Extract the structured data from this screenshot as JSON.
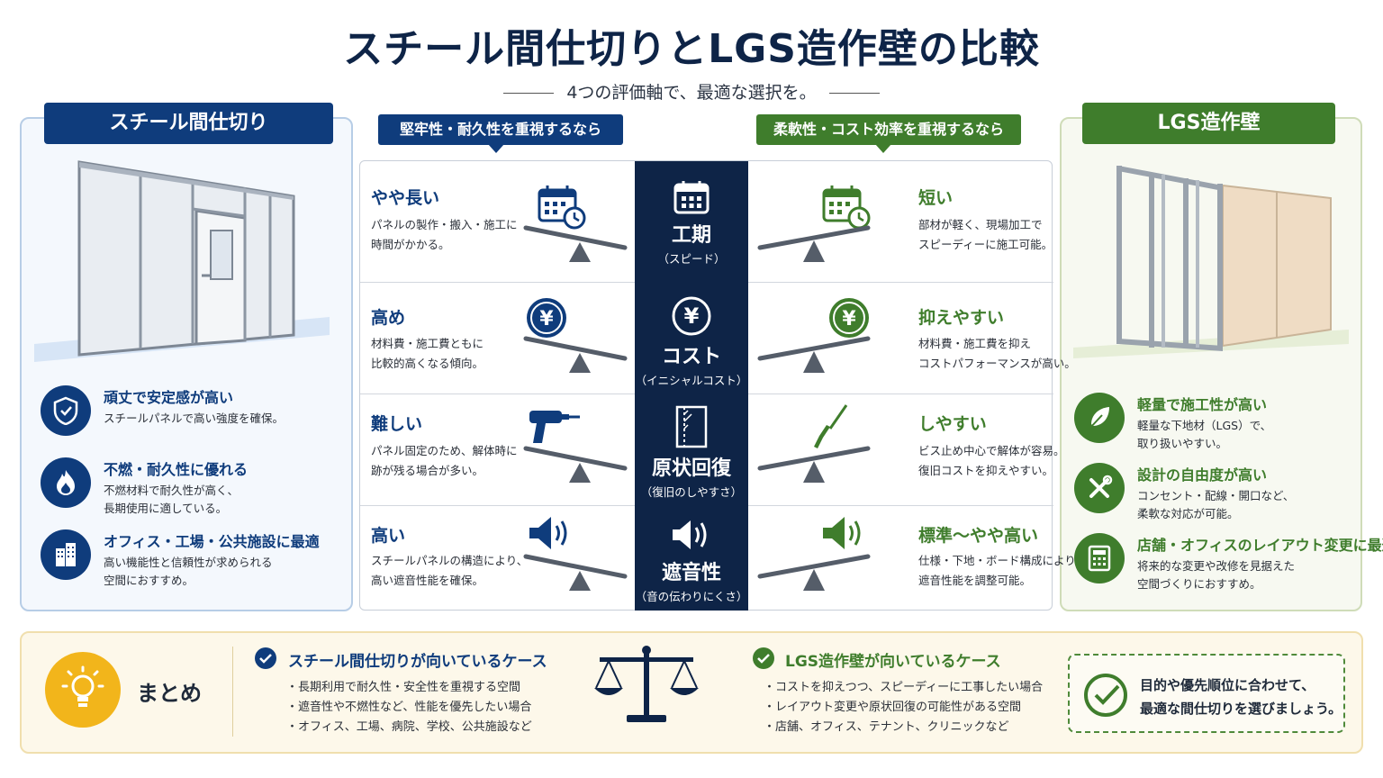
{
  "title": "スチール間仕切りとLGS造作壁の比較",
  "subtitle": "4つの評価軸で、最適な選択を。",
  "left_panel": {
    "heading": "スチール間仕切り",
    "features": [
      {
        "title": "頑丈で安定感が高い",
        "d1": "スチールパネルで高い強度を確保。",
        "d2": ""
      },
      {
        "title": "不燃・耐久性に優れる",
        "d1": "不燃材料で耐久性が高く、",
        "d2": "長期使用に適している。"
      },
      {
        "title": "オフィス・工場・公共施設に最適",
        "d1": "高い機能性と信頼性が求められる",
        "d2": "空間におすすめ。"
      }
    ]
  },
  "right_panel": {
    "heading": "LGS造作壁",
    "features": [
      {
        "title": "軽量で施工性が高い",
        "d1": "軽量な下地材（LGS）で、",
        "d2": "取り扱いやすい。"
      },
      {
        "title": "設計の自由度が高い",
        "d1": "コンセント・配線・開口など、",
        "d2": "柔軟な対応が可能。"
      },
      {
        "title": "店舗・オフィスのレイアウト変更に最適",
        "d1": "将来的な変更や改修を見据えた",
        "d2": "空間づくりにおすすめ。"
      }
    ]
  },
  "tags": {
    "left": "堅牢性・耐久性を重視するなら",
    "right": "柔軟性・コスト効率を重視するなら"
  },
  "rows": [
    {
      "name": "工期",
      "sub": "（スピード）",
      "left_title": "やや長い",
      "left_d1": "パネルの製作・搬入・施工に",
      "left_d2": "時間がかかる。",
      "right_title": "短い",
      "right_d1": "部材が軽く、現場加工で",
      "right_d2": "スピーディーに施工可能。",
      "icon": "calendar-icon"
    },
    {
      "name": "コスト",
      "sub": "（イニシャルコスト）",
      "left_title": "高め",
      "left_d1": "材料費・施工費ともに",
      "left_d2": "比較的高くなる傾向。",
      "right_title": "抑えやすい",
      "right_d1": "材料費・施工費を抑え",
      "right_d2": "コストパフォーマンスが高い。",
      "icon": "yen-icon"
    },
    {
      "name": "原状回復",
      "sub": "（復旧のしやすさ）",
      "left_title": "難しい",
      "left_d1": "パネル固定のため、解体時に",
      "left_d2": "跡が残る場合が多い。",
      "right_title": "しやすい",
      "right_d1": "ビス止め中心で解体が容易。",
      "right_d2": "復旧コストを抑えやすい。",
      "icon": "door-icon"
    },
    {
      "name": "遮音性",
      "sub": "（音の伝わりにくさ）",
      "left_title": "高い",
      "left_d1": "スチールパネルの構造により、",
      "left_d2": "高い遮音性能を確保。",
      "right_title": "標準〜やや高い",
      "right_d1": "仕様・下地・ボード構成により",
      "right_d2": "遮音性能を調整可能。",
      "icon": "speaker-icon"
    }
  ],
  "summary": {
    "label": "まとめ",
    "steel": {
      "title": "スチール間仕切りが向いているケース",
      "items": [
        "・長期利用で耐久性・安全性を重視する空間",
        "・遮音性や不燃性など、性能を優先したい場合",
        "・オフィス、工場、病院、学校、公共施設など"
      ]
    },
    "lgs": {
      "title": "LGS造作壁が向いているケース",
      "items": [
        "・コストを抑えつつ、スピーディーに工事したい場合",
        "・レイアウト変更や原状回復の可能性がある空間",
        "・店舗、オフィス、テナント、クリニックなど"
      ]
    },
    "final_1": "目的や優先順位に合わせて、",
    "final_2": "最適な間仕切りを選びましょう。"
  },
  "colors": {
    "navy": "#0e2447",
    "blue": "#0f3c7c",
    "green": "#3f7d2c",
    "gold": "#f2b51b"
  }
}
